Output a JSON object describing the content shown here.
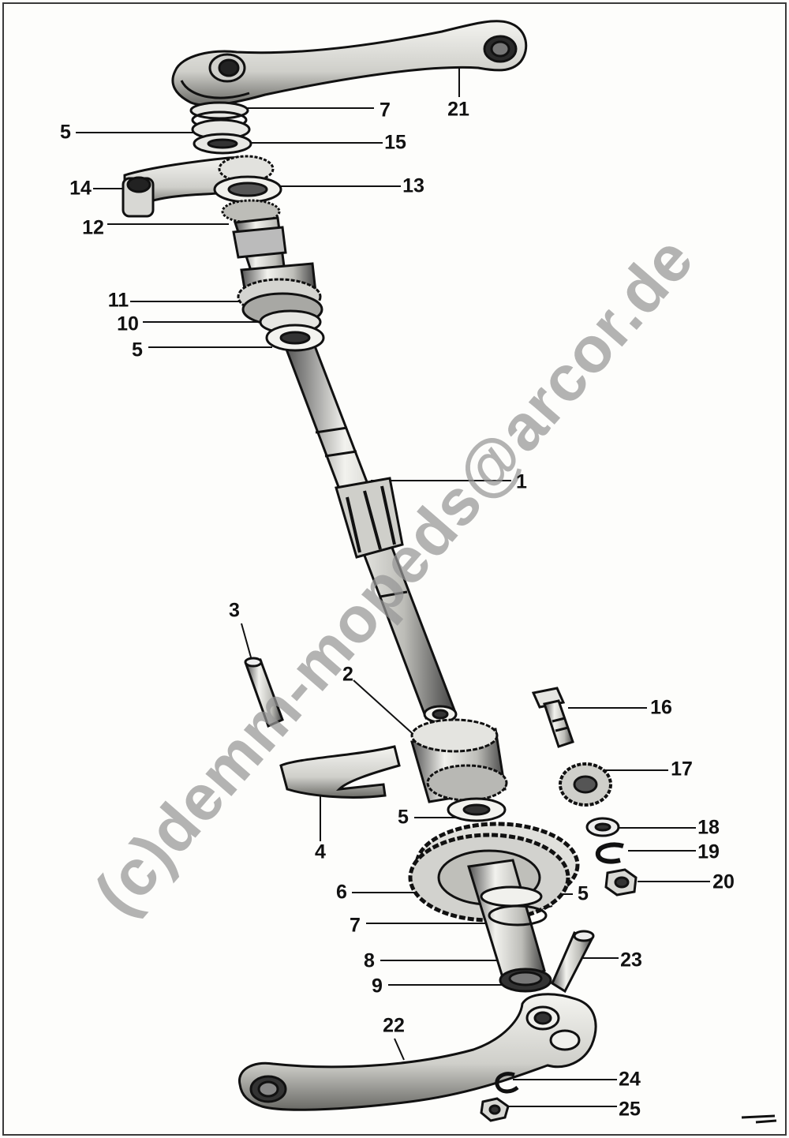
{
  "watermark": "(c)demm-mopeds@arcor.de",
  "labels": {
    "l1": "1",
    "l2": "2",
    "l3": "3",
    "l4": "4",
    "l5a": "5",
    "l5b": "5",
    "l5c": "5",
    "l5d": "5",
    "l6": "6",
    "l7a": "7",
    "l7b": "7",
    "l8": "8",
    "l9": "9",
    "l10": "10",
    "l11": "11",
    "l12": "12",
    "l13": "13",
    "l14": "14",
    "l15": "15",
    "l16": "16",
    "l17": "17",
    "l18": "18",
    "l19": "19",
    "l20": "20",
    "l21": "21",
    "l22": "22",
    "l23": "23",
    "l24": "24",
    "l25": "25"
  },
  "colors": {
    "ink": "#111111",
    "metal": "#d9d9d4",
    "shade": "#8a8a86",
    "watermark": "#969696"
  }
}
